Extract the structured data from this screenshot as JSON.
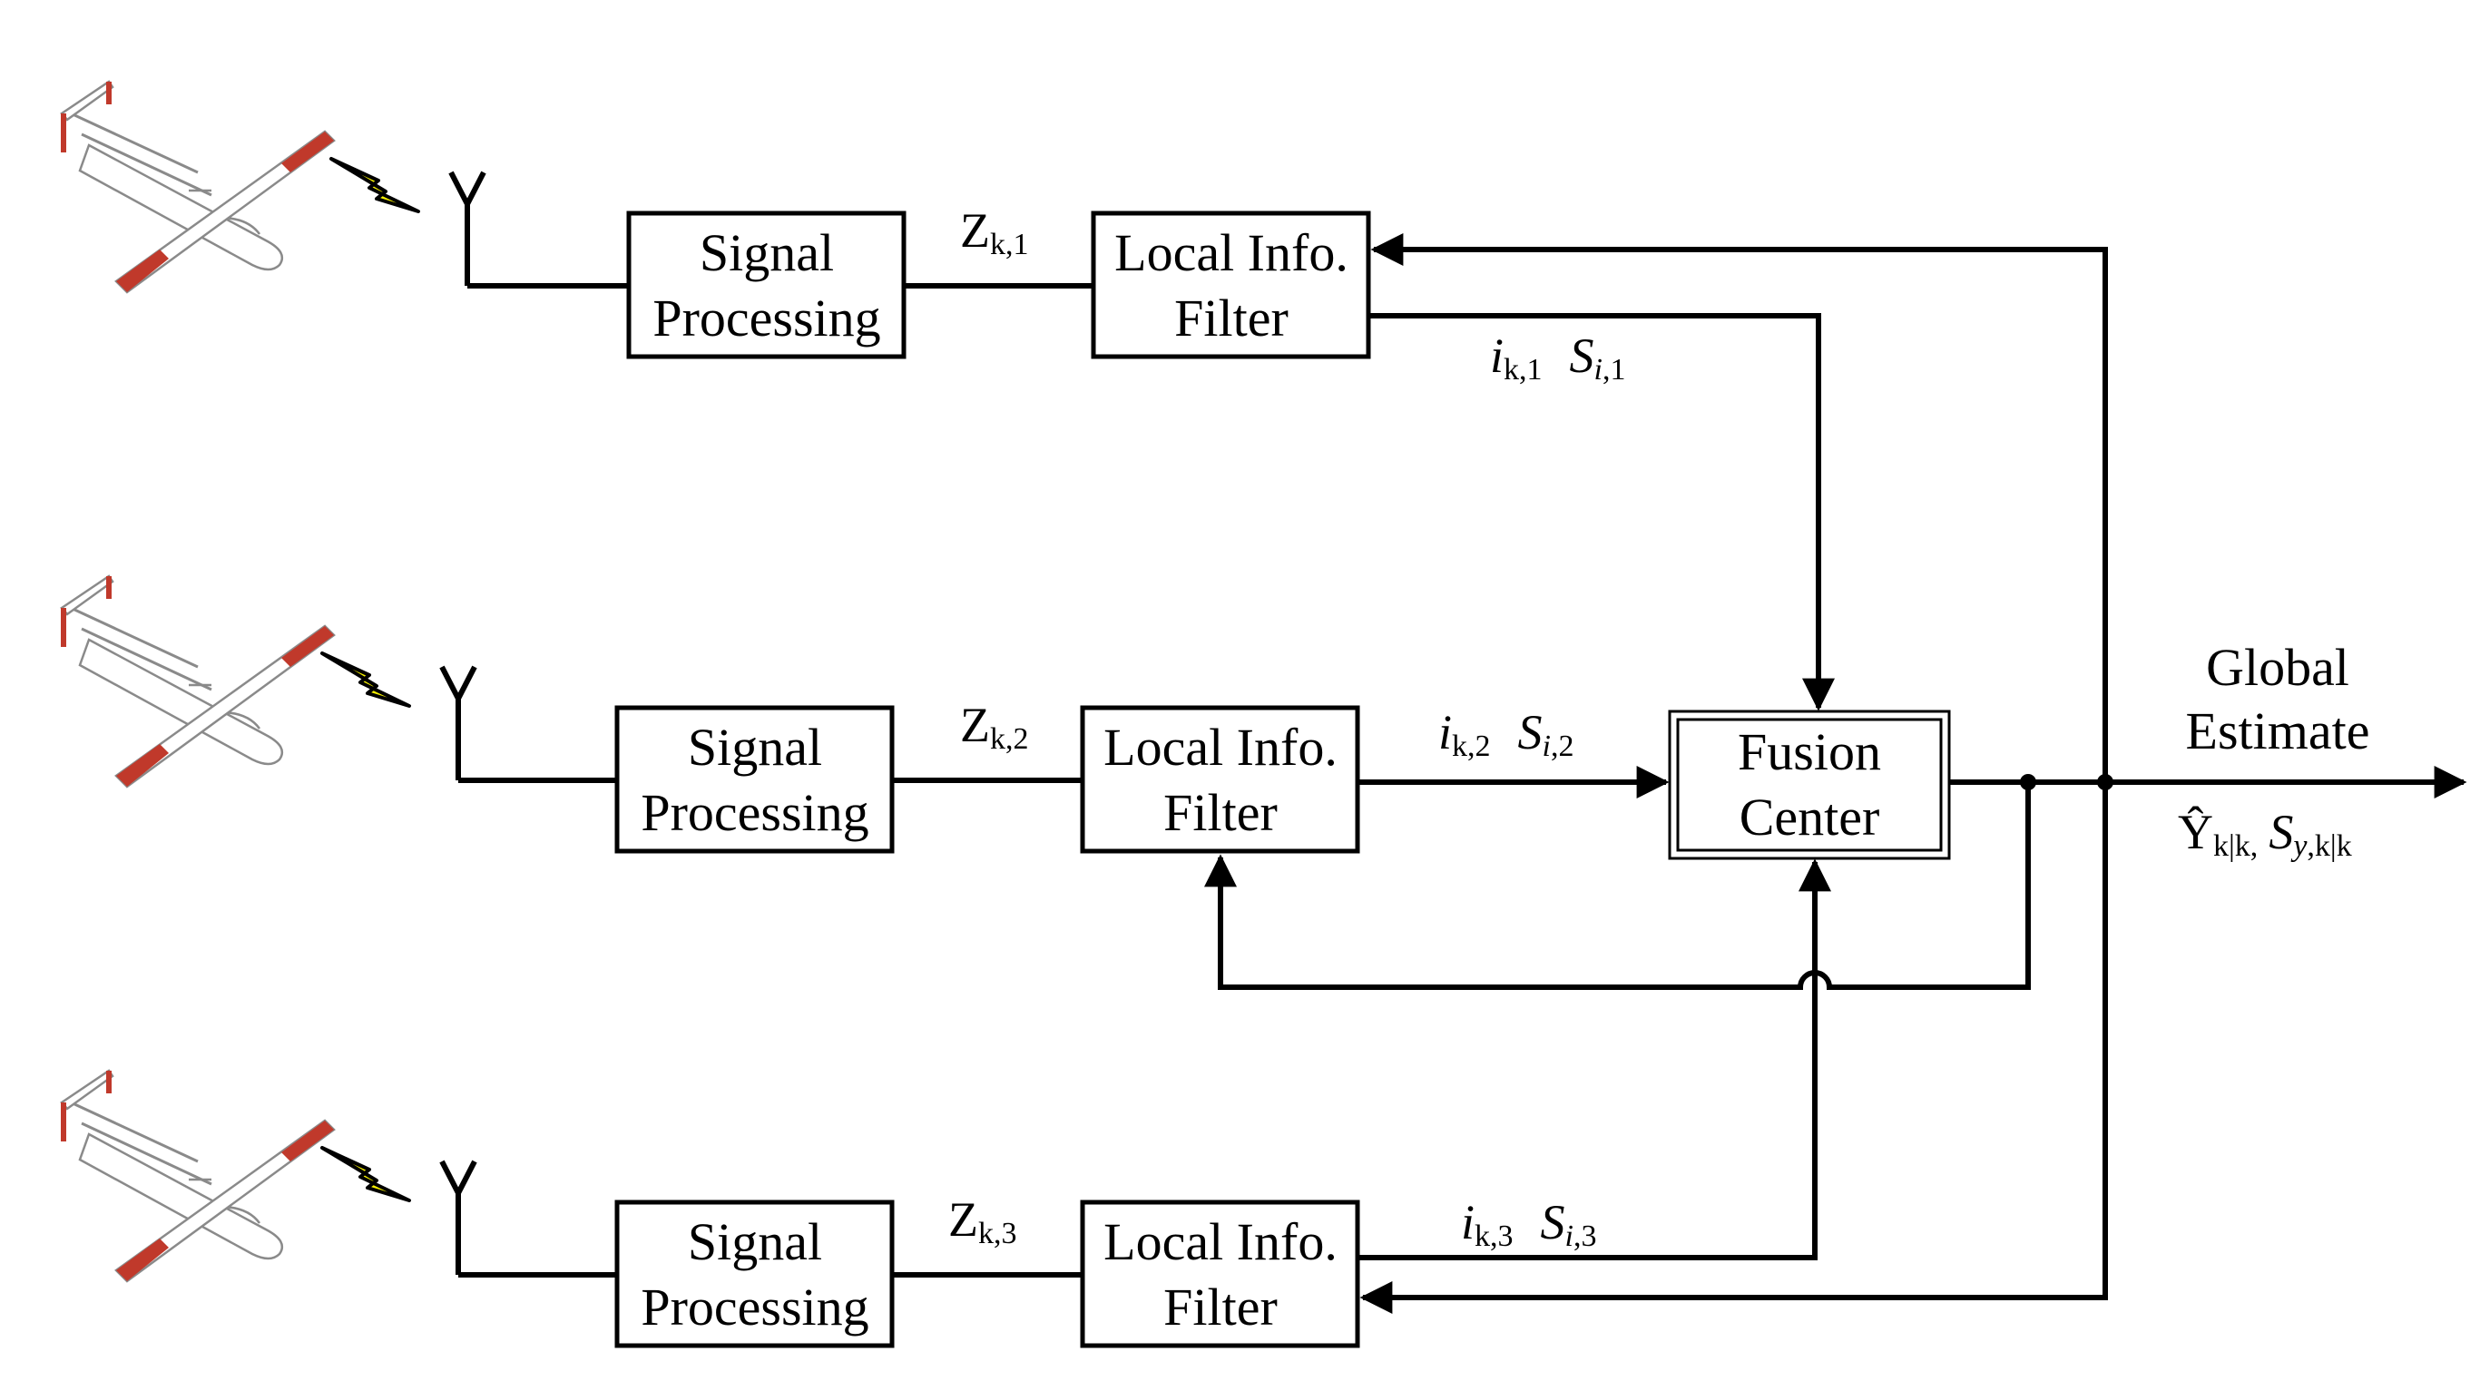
{
  "blocks": {
    "signal_processing": [
      "Signal",
      "Processing"
    ],
    "local_filter": [
      "Local Info.",
      "Filter"
    ],
    "fusion_center": [
      "Fusion",
      "Center"
    ]
  },
  "labels": {
    "z1_base": "Z",
    "z1_sub": "k,1",
    "z2_base": "Z",
    "z2_sub": "k,2",
    "z3_base": "Z",
    "z3_sub": "k,3",
    "i1_base": "i",
    "i1_sub": "k,1",
    "s1_base": "S",
    "s1_sub_i": "i",
    "s1_sub": ",1",
    "i2_base": "i",
    "i2_sub": "k,2",
    "s2_base": "S",
    "s2_sub_i": "i",
    "s2_sub": ",2",
    "i3_base": "i",
    "i3_sub": "k,3",
    "s3_base": "S",
    "s3_sub_i": "i",
    "s3_sub": ",3",
    "global_line1": "Global",
    "global_line2": "Estimate",
    "y_base": "Ŷ",
    "y_sub": "k|k,",
    "sy_base": "S",
    "sy_sub_i": "y",
    "sy_sub": ",k|k"
  },
  "colors": {
    "line": "#000000",
    "lightning": "#f5f000",
    "uav_accent": "#c0392b",
    "uav_outline": "#8a8a8a"
  },
  "icons": [
    "uav-icon",
    "lightning-icon",
    "antenna-icon"
  ]
}
